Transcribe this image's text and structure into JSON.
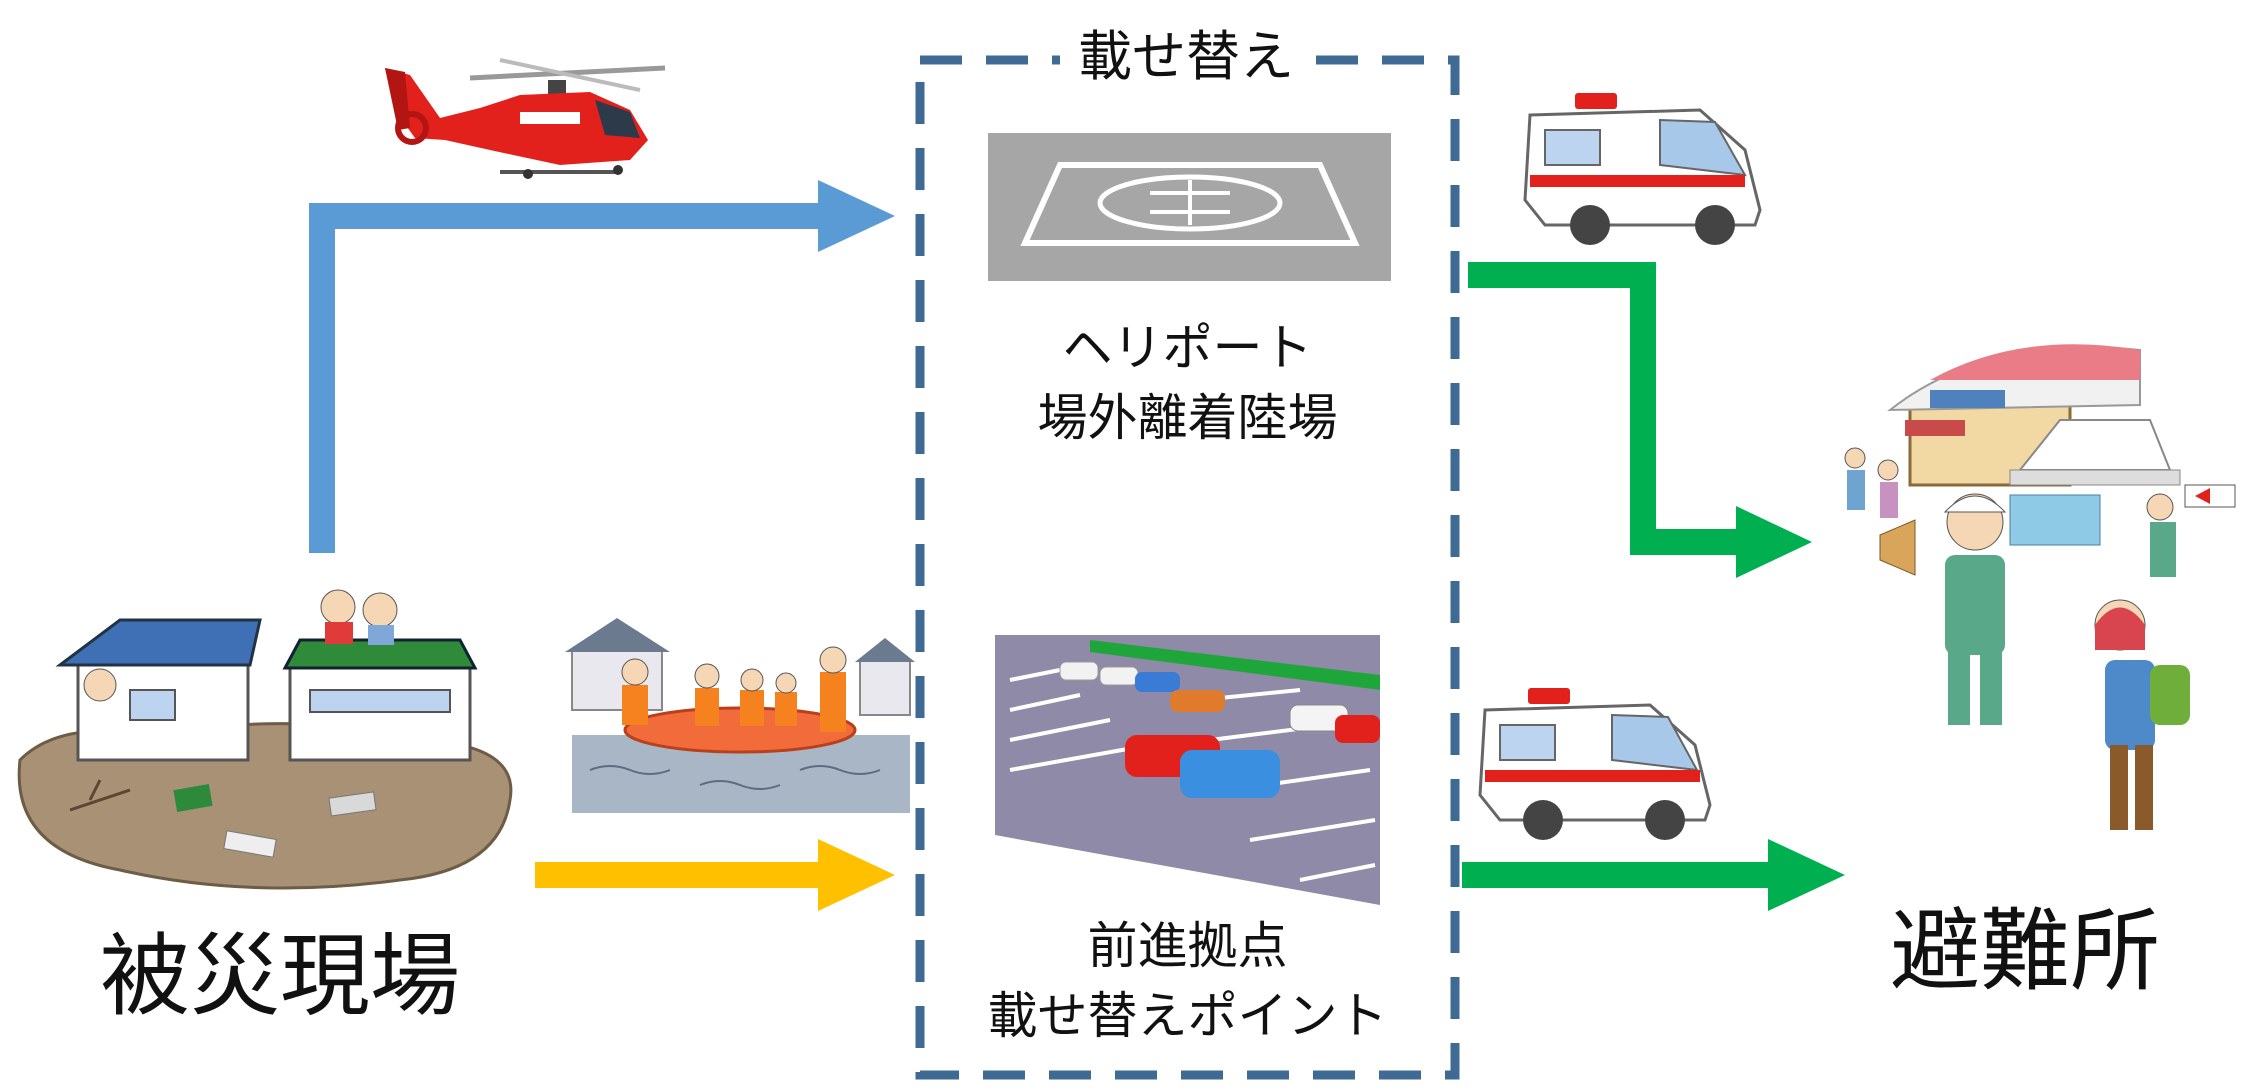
{
  "labels": {
    "transfer_title": "載せ替え",
    "heliport_line1": "ヘリポート",
    "heliport_line2": "場外離着陸場",
    "base_line1": "前進拠点",
    "base_line2": "載せ替えポイント",
    "disaster_site": "被災現場",
    "shelter": "避難所"
  },
  "icons": {
    "helicopter": "helicopter-icon",
    "heliport_pad": "heliport-pad-icon",
    "parking_lot": "parking-lot-icon",
    "rescue_boat": "rescue-boat-icon",
    "flooded_houses": "flooded-houses-icon",
    "ambulance_top": "ambulance-icon",
    "ambulance_bottom": "ambulance-icon",
    "shelter_scene": "evacuation-shelter-icon"
  },
  "colors": {
    "air_route": "#5b9bd5",
    "ground_route": "#ffc000",
    "ambulance_route": "#00b050",
    "transfer_box": "#3e6a93"
  }
}
